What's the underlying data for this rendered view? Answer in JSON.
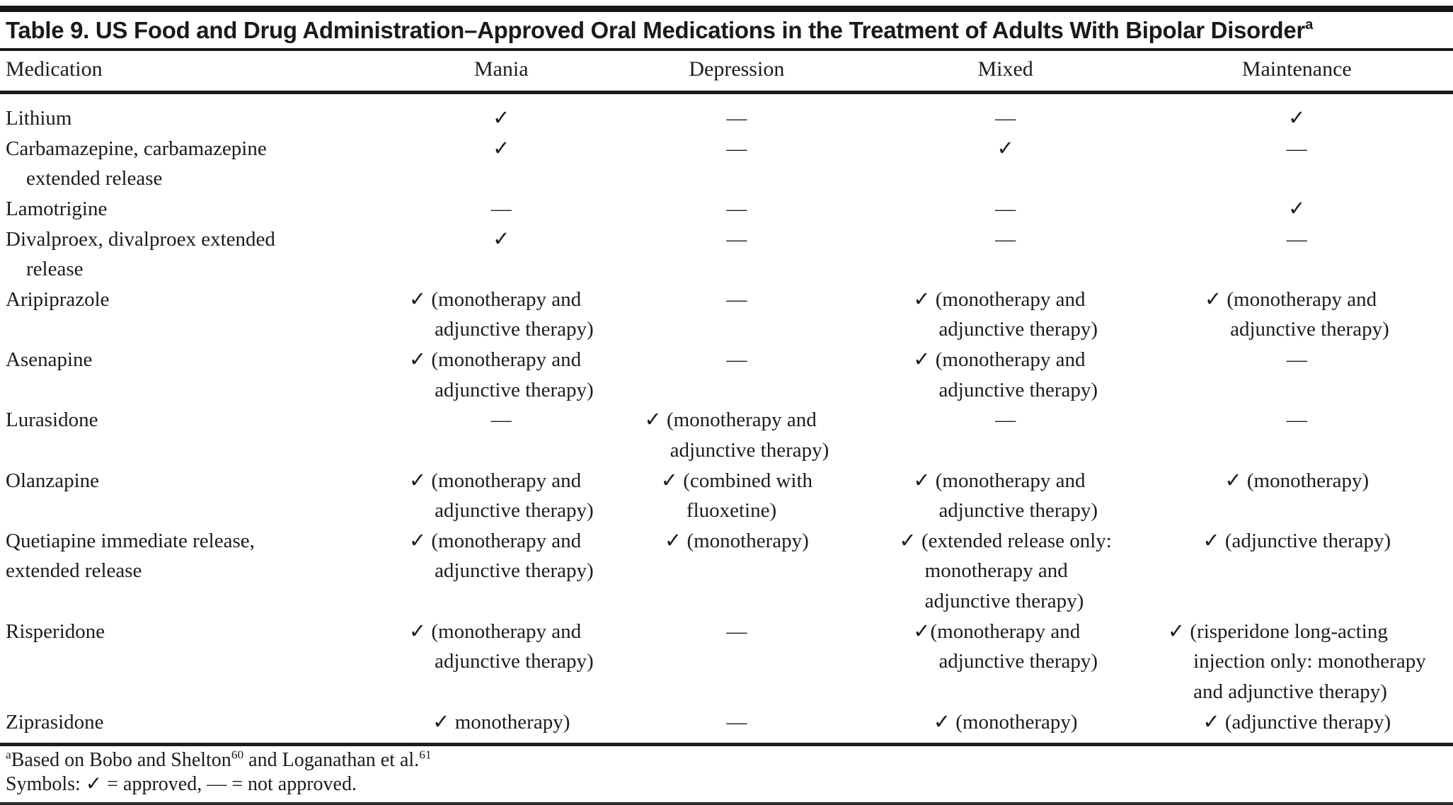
{
  "title": {
    "text": "Table 9. US Food and Drug Administration–Approved Oral Medications in the Treatment of Adults With Bipolar Disorder",
    "superscript": "a"
  },
  "table": {
    "columns": [
      "Medication",
      "Mania",
      "Depression",
      "Mixed",
      "Maintenance"
    ],
    "rows": [
      {
        "cells": [
          "Lithium",
          "✓",
          "—",
          "—",
          "✓"
        ]
      },
      {
        "cells": [
          [
            "Carbamazepine, carbamazepine",
            "    extended release"
          ],
          "✓",
          "—",
          "✓",
          "—"
        ]
      },
      {
        "cells": [
          "Lamotrigine",
          "—",
          "—",
          "—",
          "✓"
        ]
      },
      {
        "cells": [
          [
            "Divalproex, divalproex extended",
            "    release"
          ],
          "✓",
          "—",
          "—",
          "—"
        ]
      },
      {
        "cells": [
          "Aripiprazole",
          [
            "✓ (monotherapy and",
            "     adjunctive therapy)"
          ],
          "—",
          [
            "✓ (monotherapy and",
            "     adjunctive therapy)"
          ],
          [
            "✓ (monotherapy and",
            "     adjunctive therapy)"
          ]
        ]
      },
      {
        "cells": [
          "Asenapine",
          [
            "✓ (monotherapy and",
            "     adjunctive therapy)"
          ],
          "—",
          [
            "✓ (monotherapy and",
            "     adjunctive therapy)"
          ],
          "—"
        ]
      },
      {
        "cells": [
          "Lurasidone",
          "—",
          [
            "✓ (monotherapy and",
            "     adjunctive therapy)"
          ],
          "—",
          "—"
        ]
      },
      {
        "cells": [
          "Olanzapine",
          [
            "✓ (monotherapy and",
            "     adjunctive therapy)"
          ],
          [
            "✓ (combined with",
            "     fluoxetine)"
          ],
          [
            "✓ (monotherapy and",
            "     adjunctive therapy)"
          ],
          "✓ (monotherapy)"
        ]
      },
      {
        "cells": [
          [
            "Quetiapine immediate release,",
            "extended release"
          ],
          [
            "✓ (monotherapy and",
            "     adjunctive therapy)"
          ],
          "✓ (monotherapy)",
          [
            "✓ (extended release only:",
            "     monotherapy and",
            "     adjunctive therapy)"
          ],
          "✓ (adjunctive therapy)"
        ]
      },
      {
        "cells": [
          "Risperidone",
          [
            "✓ (monotherapy and",
            "     adjunctive therapy)"
          ],
          "—",
          [
            "✓(monotherapy and",
            "     adjunctive therapy)"
          ],
          [
            "✓ (risperidone long-acting",
            "     injection only: monotherapy",
            "     and adjunctive therapy)"
          ]
        ]
      },
      {
        "cells": [
          "Ziprasidone",
          "✓ monotherapy)",
          "—",
          "✓ (monotherapy)",
          "✓ (adjunctive therapy)"
        ]
      }
    ]
  },
  "footnotes": {
    "a_marker": "a",
    "a_text_1": "Based on Bobo and Shelton",
    "a_sup_1": "60",
    "a_text_2": " and Loganathan et al.",
    "a_sup_2": "61",
    "symbols": "Symbols: ✓ = approved, — = not approved."
  },
  "symbols_legend": {
    "approved": "✓",
    "not_approved": "—"
  },
  "colors": {
    "text": "#1c1c1c",
    "rule": "#1a1a1a",
    "background": "#ffffff"
  }
}
